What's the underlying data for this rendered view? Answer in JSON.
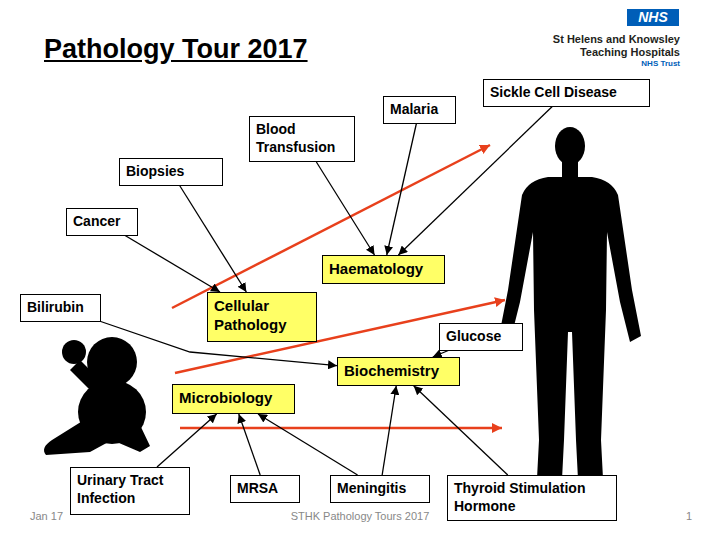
{
  "diagram": {
    "title": "Pathology Tour 2017",
    "nodes": [
      {
        "text": [
          "Sickle Cell Disease"
        ]
      },
      {
        "text": [
          "Malaria"
        ]
      },
      {
        "text": [
          "Blood Transfusion"
        ]
      },
      {
        "text": [
          "Biopsies"
        ]
      },
      {
        "text": [
          "Cancer"
        ]
      },
      {
        "text": [
          "Haematology"
        ]
      },
      {
        "text": [
          "Bilirubin"
        ]
      },
      {
        "text": [
          "Cellular Pathology"
        ]
      },
      {
        "text": [
          "Glucose"
        ]
      },
      {
        "text": [
          "Biochemistry"
        ]
      },
      {
        "text": [
          "Microbiology"
        ]
      },
      {
        "text": [
          "Urinary Tract Infection"
        ]
      },
      {
        "text": [
          "MRSA"
        ]
      },
      {
        "text": [
          "Meningitis"
        ]
      },
      {
        "text": [
          "Thyroid Stimulation Hormone"
        ]
      }
    ],
    "edges": [
      {
        "from": 2,
        "to": 5,
        "arrow": "to"
      },
      {
        "from": 1,
        "to": 5,
        "arrow": "to"
      },
      {
        "from": 0,
        "to": 5,
        "arrow": "to"
      },
      {
        "from": 3,
        "to": 7,
        "arrow": "to"
      },
      {
        "from": 4,
        "to": 7,
        "arrow": "to"
      },
      {
        "from": 6,
        "to": 9,
        "arrow": "to"
      },
      {
        "from": 8,
        "to": 9,
        "arrow": "to"
      },
      {
        "from": 14,
        "to": 9,
        "arrow": "to"
      },
      {
        "from": 13,
        "to": 9,
        "arrow": "to"
      },
      {
        "from": 13,
        "to": 10,
        "arrow": "to"
      },
      {
        "from": 12,
        "to": 10,
        "arrow": "to"
      },
      {
        "from": 11,
        "to": 10,
        "arrow": "to"
      }
    ],
    "labels": [
      "NHS",
      "St Helens and Knowsley",
      "Teaching Hospitals",
      "NHS Trust",
      "Jan 17",
      "STHK Pathology Tours 2017",
      "1"
    ]
  }
}
